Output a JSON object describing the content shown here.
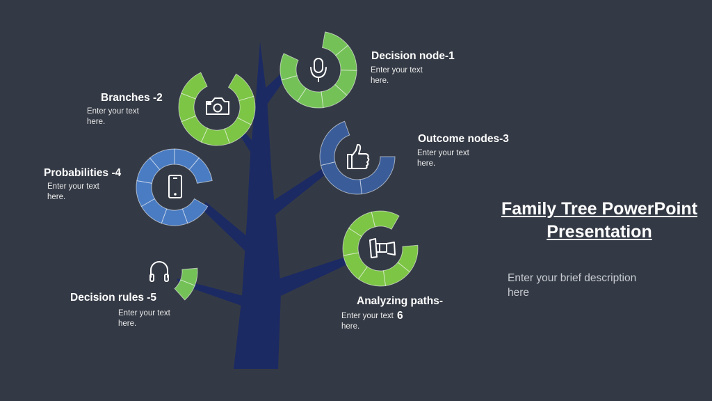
{
  "slide": {
    "title_line1": "Family Tree PowerPoint",
    "title_line2": "Presentation",
    "description_line1": "Enter your brief description",
    "description_line2": "here"
  },
  "colors": {
    "background": "#343a45",
    "trunk": "#1c2a63",
    "green": "#7cc545",
    "light_green": "#74c257",
    "blue": "#4a7cc3",
    "steel_blue": "#3a5d9a"
  },
  "nodes": [
    {
      "title": "Decision node-1",
      "text_line1": "Enter your text",
      "text_line2": "here.",
      "icon": "microphone-icon"
    },
    {
      "title": "Branches -2",
      "text_line1": "Enter your text",
      "text_line2": "here.",
      "icon": "camera-icon"
    },
    {
      "title": "Outcome nodes-3",
      "text_line1": "Enter your text",
      "text_line2": "here.",
      "icon": "thumbs-up-icon"
    },
    {
      "title": "Probabilities -4",
      "text_line1": "Enter your text",
      "text_line2": "here.",
      "icon": "smartphone-icon"
    },
    {
      "title": "Decision rules -5",
      "text_line1": "Enter your text",
      "text_line2": "here.",
      "icon": "headphones-icon"
    },
    {
      "title": "Analyzing paths-",
      "title_suffix": "6",
      "text_line1": "Enter your text",
      "text_line2": "here.",
      "icon": "binoculars-icon"
    }
  ]
}
